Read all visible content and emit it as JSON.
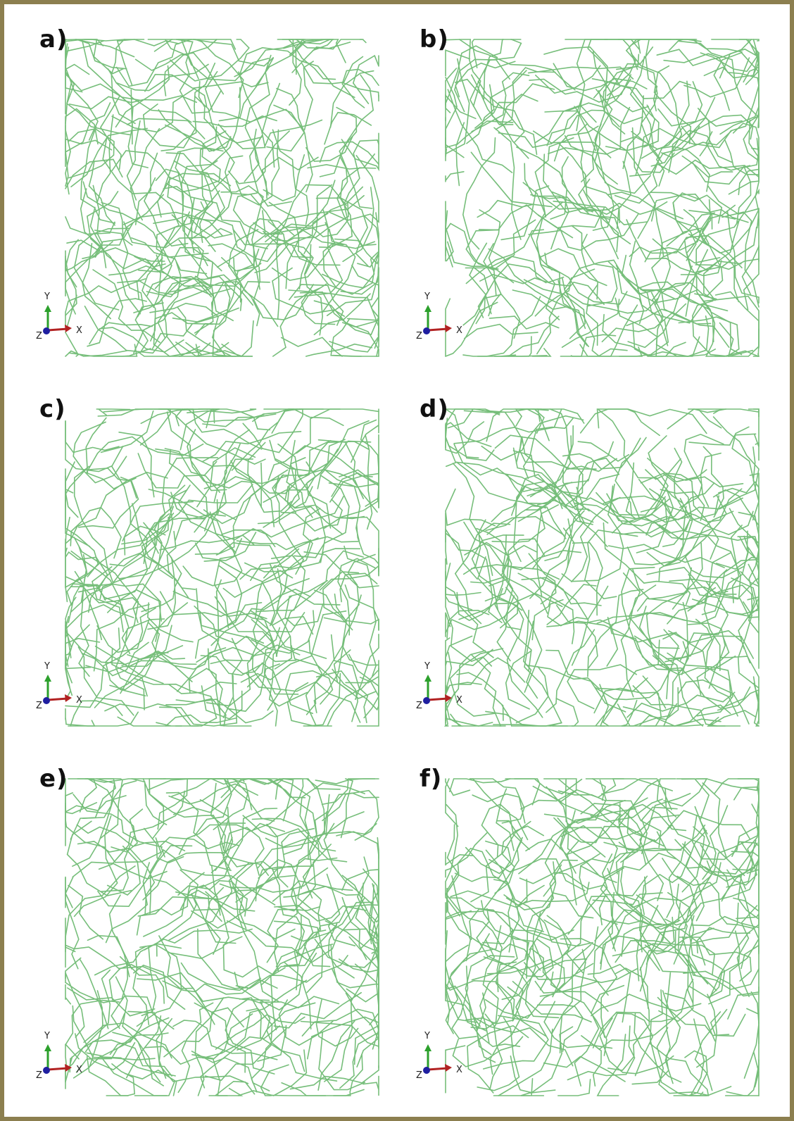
{
  "colors": {
    "border": "#8c7f4f",
    "network_stroke": "#5fb363",
    "axis_x": "#b22222",
    "axis_y": "#2ca02c",
    "axis_z": "#1f1fa0"
  },
  "panels": [
    {
      "label": "a)",
      "axes": {
        "y": "Y",
        "x": "X",
        "z": "Z"
      }
    },
    {
      "label": "b)",
      "axes": {
        "y": "Y",
        "x": "X",
        "z": "Z"
      }
    },
    {
      "label": "c)",
      "axes": {
        "y": "Y",
        "x": "X",
        "z": "Z"
      }
    },
    {
      "label": "d)",
      "axes": {
        "y": "Y",
        "x": "X",
        "z": "Z"
      }
    },
    {
      "label": "e)",
      "axes": {
        "y": "Y",
        "x": "X",
        "z": "Z"
      }
    },
    {
      "label": "f)",
      "axes": {
        "y": "Y",
        "x": "X",
        "z": "Z"
      }
    }
  ]
}
